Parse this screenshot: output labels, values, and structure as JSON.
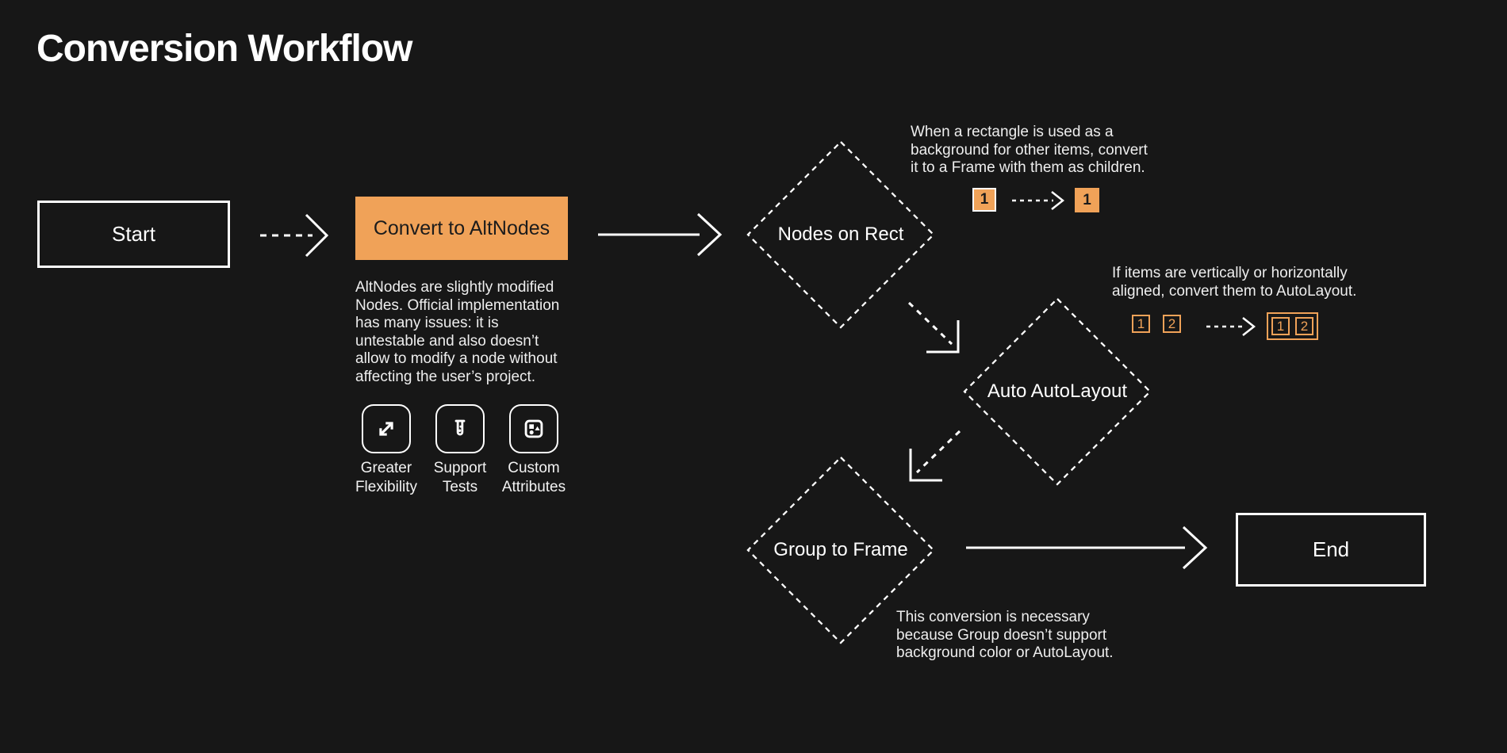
{
  "page": {
    "title": "Conversion Workflow"
  },
  "colors": {
    "background": "#171717",
    "accent_orange": "#F0A258",
    "line_white": "#FFFFFF",
    "text_light": "#EEEEEE",
    "text_on_orange": "#1C1C1C"
  },
  "nodes": {
    "start": {
      "label": "Start"
    },
    "convert": {
      "label": "Convert to AltNodes",
      "description": "AltNodes are slightly modified\nNodes. Official implementation\nhas many issues: it is\nuntestable and also doesn’t\nallow to modify a node without\naffecting the user’s project."
    },
    "features": [
      {
        "icon": "expand-icon",
        "label": "Greater\nFlexibility"
      },
      {
        "icon": "test-tube-icon",
        "label": "Support\nTests"
      },
      {
        "icon": "shapes-icon",
        "label": "Custom\nAttributes"
      }
    ],
    "nodes_on_rect": {
      "label": "Nodes on Rect",
      "annotation": "When a rectangle is used as a\nbackground for other items, convert\nit to a Frame with them as children."
    },
    "auto_autolayout": {
      "label": "Auto AutoLayout",
      "annotation": "If items are vertically or horizontally\naligned, convert them to AutoLayout."
    },
    "group_to_frame": {
      "label": "Group to Frame",
      "annotation": "This conversion is necessary\nbecause Group doesn’t support\nbackground color or AutoLayout."
    },
    "end": {
      "label": "End"
    }
  },
  "mini_diagrams": {
    "rect_to_frame": {
      "before": "1",
      "after": "1"
    },
    "autolayout": {
      "before_1": "1",
      "before_2": "2",
      "after_1": "1",
      "after_2": "2"
    }
  }
}
